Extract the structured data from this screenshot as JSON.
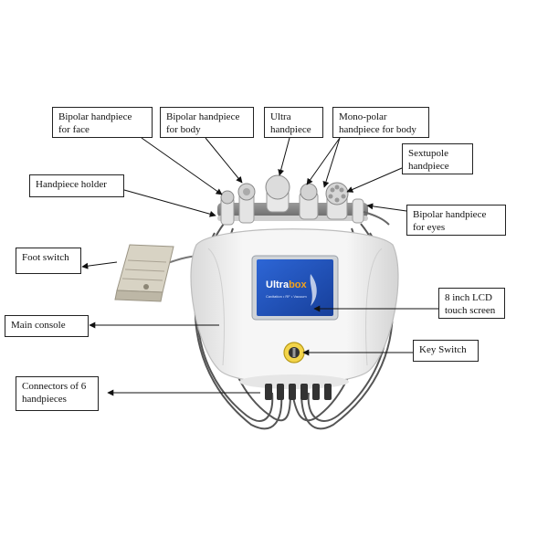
{
  "labels": {
    "bipolar_face": "Bipolar handpiece\nfor face",
    "bipolar_body": "Bipolar handpiece\nfor body",
    "ultra": "Ultra\nhandpiece",
    "monopolar_body": "Mono-polar\nhandpiece for body",
    "sextupole": "Sextupole\nhandpiece",
    "handpiece_holder": "Handpiece holder",
    "bipolar_eyes": "Bipolar handpiece\nfor eyes",
    "foot_switch": "Foot switch",
    "lcd_screen": "8 inch LCD\ntouch screen",
    "main_console": "Main console",
    "key_switch": "Key Switch",
    "connectors": "Connectors of 6\nhandpieces"
  },
  "screen": {
    "brand_part1": "Ultra",
    "brand_part2": "box",
    "tagline": "Cavitation • RF • Vacuum"
  },
  "colors": {
    "screen_blue": "#1f4fb5",
    "brand_accent": "#f4a21a",
    "console_white": "#f2f2f2",
    "key_yellow": "#e8c21a"
  }
}
